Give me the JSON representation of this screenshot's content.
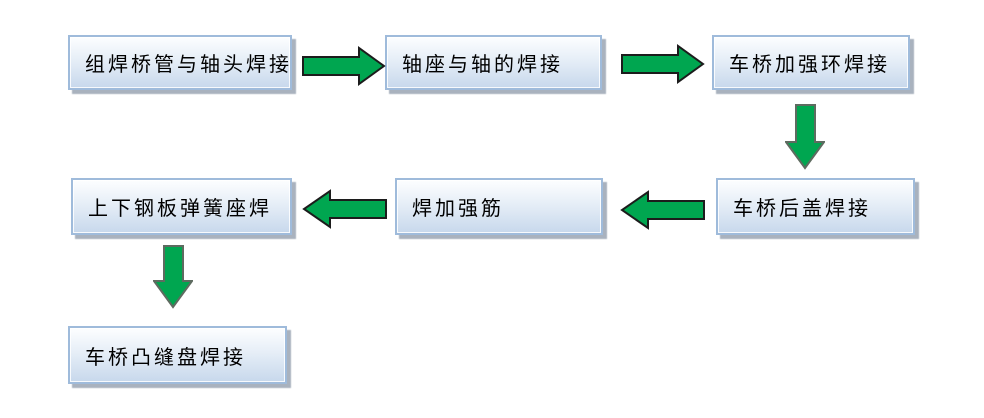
{
  "colors": {
    "box_fill_top": "#FDFEFF",
    "box_fill_bottom": "#C7D8EC",
    "box_border": "#9FBBDB",
    "box_shadow": "#A9B2BE",
    "text_color": "#000000",
    "arrow_fill": "#00A650",
    "arrow_outline_horizontal": "#1C1C1C",
    "arrow_outline_vertical": "#5E6B60"
  },
  "nodes": [
    {
      "id": "step1",
      "label": "组焊桥管与轴头焊接"
    },
    {
      "id": "step2",
      "label": "轴座与轴的焊接"
    },
    {
      "id": "step3",
      "label": "车桥加强环焊接"
    },
    {
      "id": "step4",
      "label": "车桥后盖焊接"
    },
    {
      "id": "step5",
      "label": "焊加强筋"
    },
    {
      "id": "step6",
      "label": "上下钢板弹簧座焊"
    },
    {
      "id": "step7",
      "label": "车桥凸缝盘焊接"
    }
  ],
  "arrows": [
    {
      "name": "step1-to-step2",
      "direction": "right"
    },
    {
      "name": "step2-to-step3",
      "direction": "right"
    },
    {
      "name": "step3-to-step4",
      "direction": "down"
    },
    {
      "name": "step4-to-step5",
      "direction": "left"
    },
    {
      "name": "step5-to-step6",
      "direction": "left"
    },
    {
      "name": "step6-to-step7",
      "direction": "down"
    }
  ]
}
